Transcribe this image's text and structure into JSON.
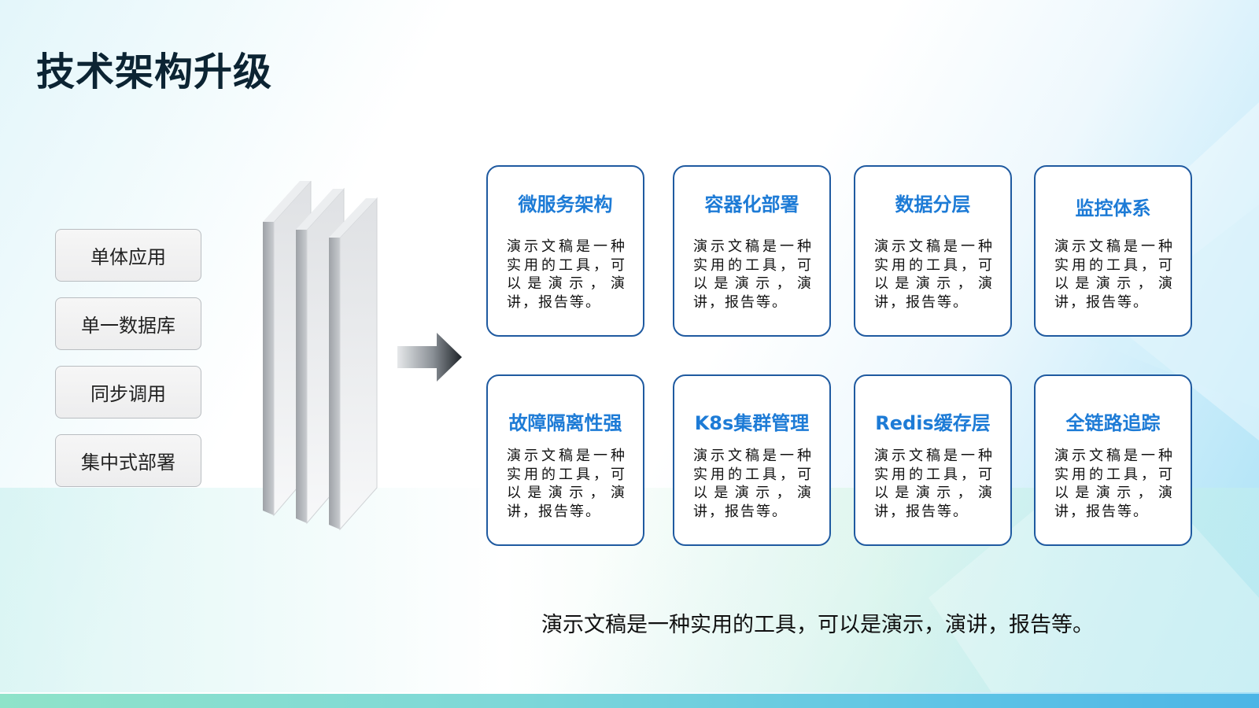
{
  "slide": {
    "title": "技术架构升级",
    "legacy_items": [
      "单体应用",
      "单一数据库",
      "同步调用",
      "集中式部署"
    ],
    "cards": [
      {
        "title": "微服务架构",
        "body": "演示文稿是一种实用的工具，可以是演示，演讲，报告等。"
      },
      {
        "title": "容器化部署",
        "body": "演示文稿是一种实用的工具，可以是演示，演讲，报告等。"
      },
      {
        "title": "数据分层",
        "body": "演示文稿是一种实用的工具，可以是演示，演讲，报告等。"
      },
      {
        "title": "监控体系",
        "body": "演示文稿是一种实用的工具，可以是演示，演讲，报告等。"
      },
      {
        "title": "故障隔离性强",
        "body": "演示文稿是一种实用的工具，可以是演示，演讲，报告等。"
      },
      {
        "title": "K8s集群管理",
        "body": "演示文稿是一种实用的工具，可以是演示，演讲，报告等。"
      },
      {
        "title": "Redis缓存层",
        "body": "演示文稿是一种实用的工具，可以是演示，演讲，报告等。"
      },
      {
        "title": "全链路追踪",
        "body": "演示文稿是一种实用的工具，可以是演示，演讲，报告等。"
      }
    ],
    "caption": "演示文稿是一种实用的工具，可以是演示，演讲，报告等。"
  },
  "colors": {
    "title": "#0c2433",
    "card_title": "#1d7bd6",
    "card_border": "#1f5aa0",
    "accent_bar": "#5ec4e6"
  },
  "icons": {
    "slabs": "stacked-slabs-icon",
    "arrow": "right-arrow-icon"
  }
}
